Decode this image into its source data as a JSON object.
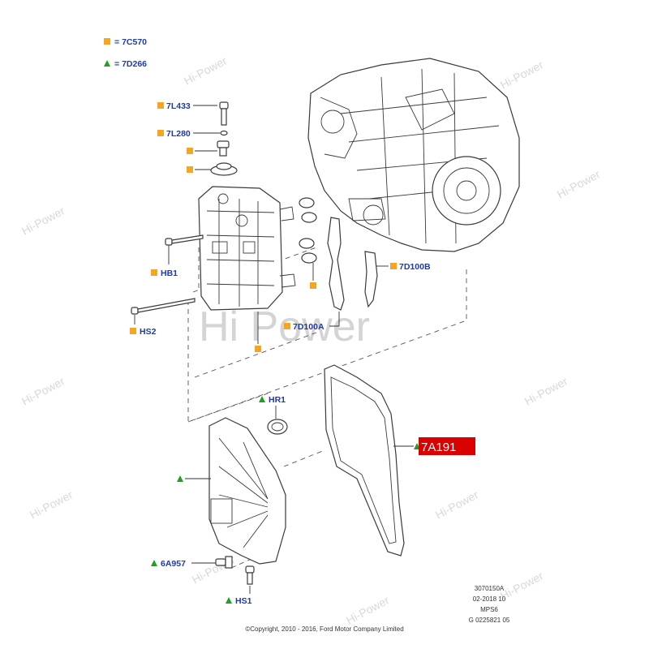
{
  "watermark": {
    "brand": "Hi Power",
    "small": "Hi-Power"
  },
  "legend": [
    {
      "code": "7C570",
      "marker": "square"
    },
    {
      "code": "7D266",
      "marker": "triangle"
    }
  ],
  "labels": {
    "l7L433": "7L433",
    "l7L280": "7L280",
    "lHB1": "HB1",
    "lHS2": "HS2",
    "l7D100B": "7D100B",
    "l7D100A": "7D100A",
    "lHR1": "HR1",
    "l6A957": "6A957",
    "lHS1": "HS1"
  },
  "callout": {
    "code": "7A191",
    "bg": "#d90000"
  },
  "metadata": {
    "line1": "3070150A",
    "line2": "02-2018 10",
    "line3": "MPS6",
    "line4": "G 0225821 05"
  },
  "copyright": "©Copyright, 2010 - 2016, Ford Motor Company Limited",
  "colors": {
    "square_marker": "#f4a622",
    "triangle_marker": "#1ea11e",
    "label_text": "#1f3aa6"
  }
}
